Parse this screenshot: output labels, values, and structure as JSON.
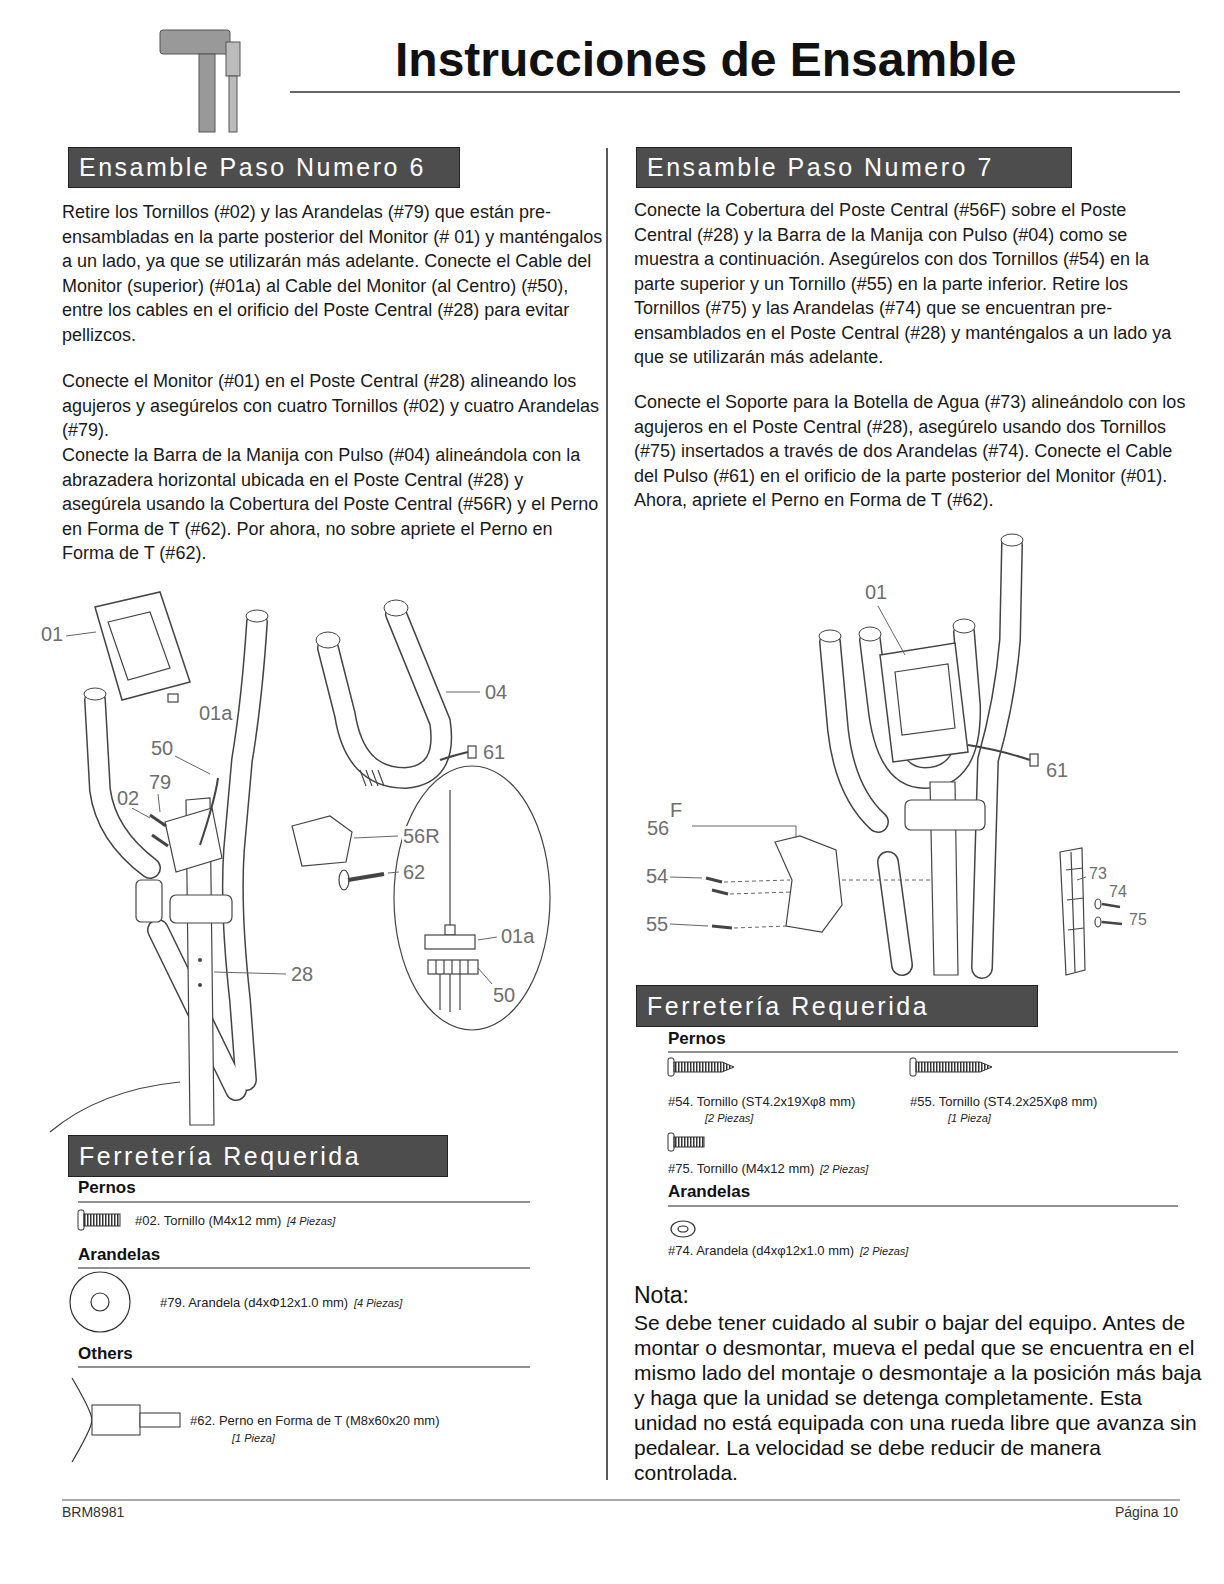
{
  "diagram": {
    "title": "Instrucciones de Ensamble",
    "nodes": [
      {
        "text": [
          "Ensamble Paso Numero 6"
        ]
      },
      {
        "text": [
          "Ferretería Requerida"
        ]
      },
      {
        "text": [
          "Ensamble Paso Numero 7"
        ]
      },
      {
        "text": [
          "Ferretería Requerida"
        ]
      }
    ],
    "labels": [
      "Retire los Tornillos (#02) y las Arandelas (#79) que están pre-ensambladas en la parte posterior del Monitor (# 01) y manténgalos a un lado, ya que se utilizarán más adelante. Conecte el Cable del Monitor (superior) (#01a) al Cable del Monitor (al Centro) (#50), entre los cables en el orificio del Poste Central (#28) para evitar pellizcos.",
      "Conecte el Monitor (#01) en el Poste Central (#28) alineando los agujeros y asegúrelos con cuatro Tornillos (#02) y cuatro Arandelas (#79).",
      "Conecte la Barra de la Manija con Pulso (#04) alineándola con la abrazadera horizontal ubicada en el Poste Central (#28) y asegúrela usando la Cobertura del Poste Central (#56R) y el Perno en Forma de T (#62). Por ahora, no sobre apriete el Perno en Forma de T (#62).",
      "Conecte la Cobertura del Poste Central (#56F) sobre el Poste Central (#28) y la Barra de la Manija con Pulso (#04) como se muestra a continuación. Asegúrelos con dos Tornillos (#54) en la parte superior y un Tornillo (#55) en la parte inferior. Retire los Tornillos (#75) y las Arandelas (#74) que se encuentran pre-ensamblados en el Poste Central (#28) y manténgalos a un lado ya que se utilizarán más adelante.",
      "Conecte el Soporte para la Botella de Agua (#73) alineándolo con los agujeros en el Poste Central (#28), asegúrelo usando dos Tornillos (#75) insertados a través de dos Arandelas (#74). Conecte el Cable del Pulso (#61) en el orificio de la parte posterior del Monitor (#01). Ahora, apriete el Perno en Forma de T (#62).",
      "01",
      "01a",
      "04",
      "50",
      "02",
      "79",
      "61",
      "56R",
      "62",
      "28",
      "01a",
      "50",
      "01",
      "61",
      "56",
      "F",
      "54",
      "55",
      "73",
      "74",
      "75",
      "Pernos",
      "#02. Tornillo (M4x12 mm)",
      "[4 Piezas]",
      "Arandelas",
      "#79. Arandela (d4xΦ12x1.0 mm)",
      "[4 Piezas]",
      "Others",
      "#62. Perno en Forma de T (M8x60x20 mm)",
      "[1 Pieza]",
      "Pernos",
      "#54. Tornillo (ST4.2x19Xφ8 mm)",
      "[2 Piezas]",
      "#55. Tornillo (ST4.2x25Xφ8 mm)",
      "[1 Pieza]",
      "#75. Tornillo (M4x12 mm)",
      "[2 Piezas]",
      "Arandelas",
      "#74. Arandela (d4xφ12x1.0 mm)",
      "[2 Piezas]",
      "Nota:",
      "Se debe tener cuidado al subir o bajar del equipo. Antes de montar o desmontar, mueva el pedal que se encuentra en el mismo lado del montaje o desmontaje a la posición más baja y haga que la unidad se detenga completamente. Esta unidad no está equipada con una rueda libre que avanza sin pedalear. La velocidad se debe reducir de manera controlada.",
      "BRM8981",
      "Página 10"
    ]
  }
}
